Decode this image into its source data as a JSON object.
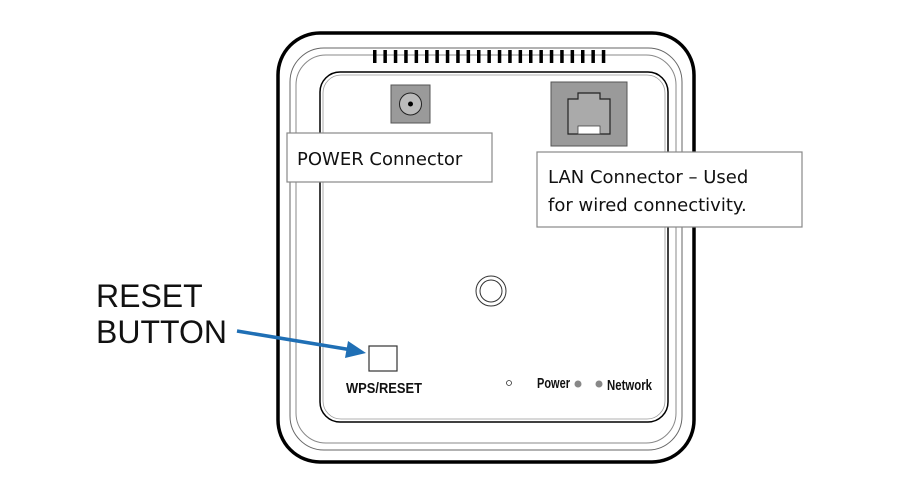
{
  "labels": {
    "power_connector": "POWER Connector",
    "lan_connector_line1": "LAN Connector – Used",
    "lan_connector_line2": "for wired connectivity.",
    "reset_button_line1": "RESET",
    "reset_button_line2": "BUTTON",
    "wps_reset": "WPS/RESET",
    "power_led": "Power",
    "network_led": "Network"
  },
  "colors": {
    "arrow": "#1f6fb5",
    "port_gray": "#9a9a9a"
  }
}
